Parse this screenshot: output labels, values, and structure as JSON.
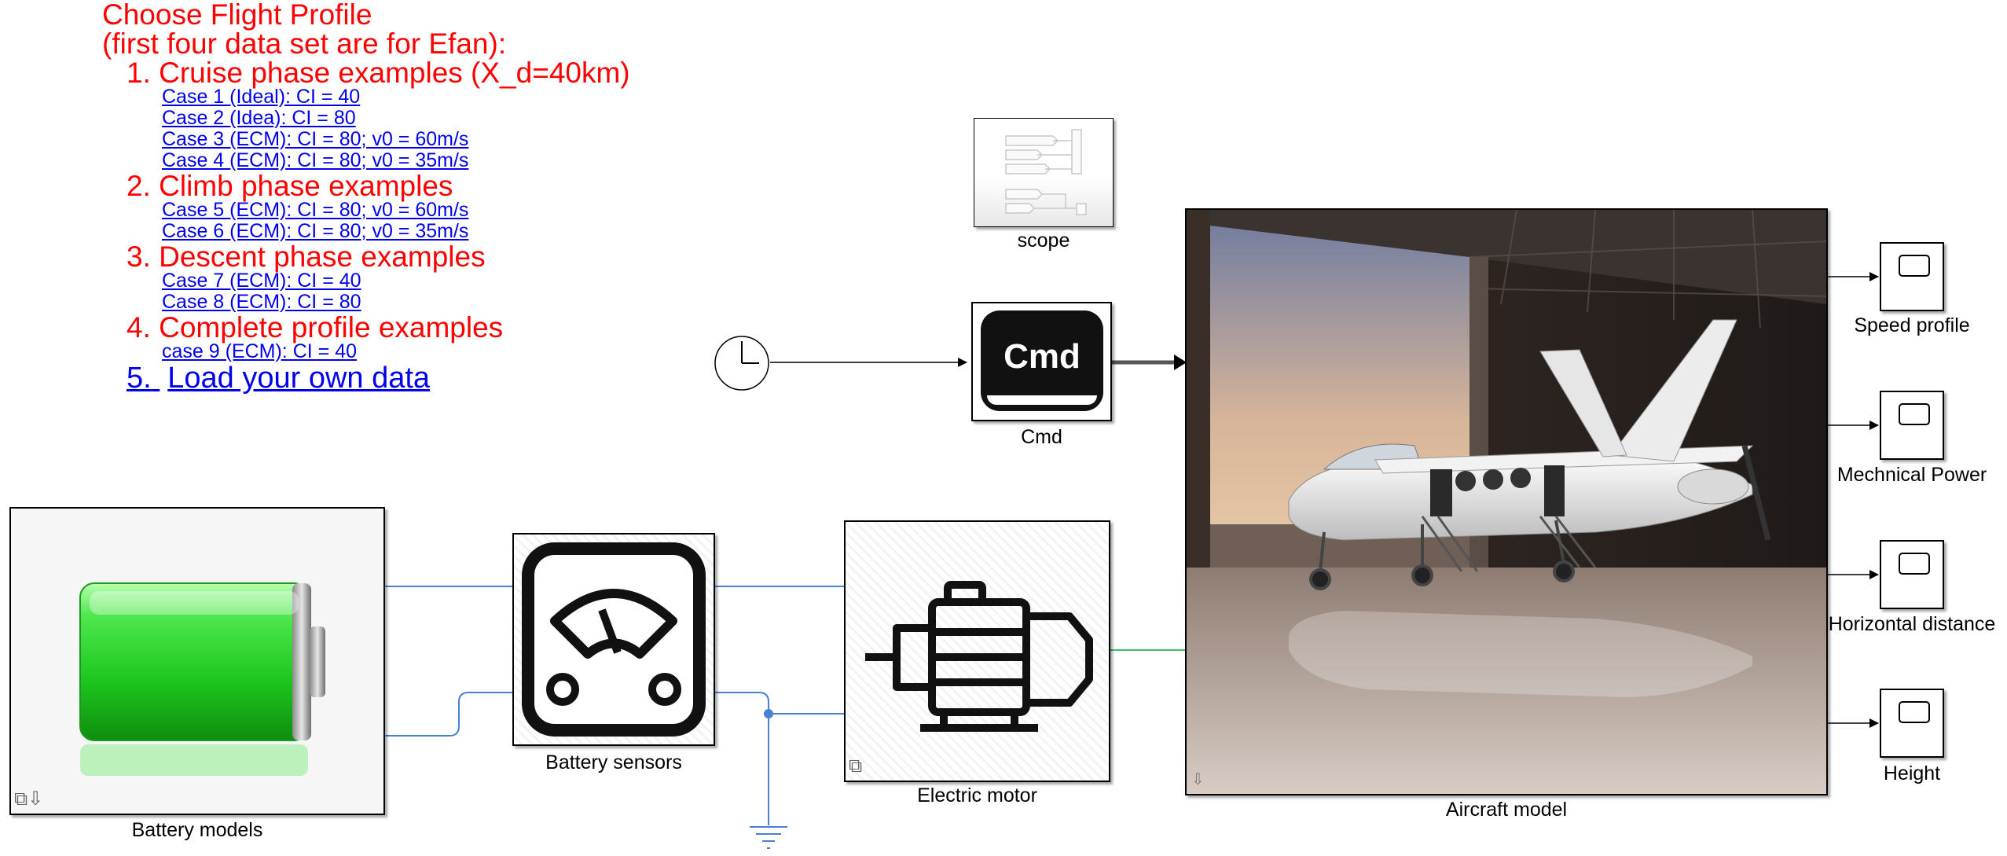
{
  "annotation": {
    "title": "Choose Flight Profile",
    "subtitle": "(first four data set are for Efan):",
    "sections": [
      {
        "heading": "1. Cruise phase examples (X_d=40km)",
        "links": [
          "Case 1 (Ideal): CI = 40",
          "Case 2 (Idea): CI = 80",
          "Case 3 (ECM): CI = 80; v0 = 60m/s",
          "Case 4 (ECM): CI = 80; v0 = 35m/s"
        ]
      },
      {
        "heading": "2. Climb phase examples",
        "links": [
          "Case 5 (ECM): CI = 80; v0 = 60m/s",
          "Case 6 (ECM): CI = 80; v0 = 35m/s"
        ]
      },
      {
        "heading": "3. Descent phase examples",
        "links": [
          "Case 7 (ECM): CI = 40",
          "Case 8 (ECM): CI = 80"
        ]
      },
      {
        "heading": "4. Complete profile examples",
        "links": [
          "case 9 (ECM): CI = 40"
        ]
      }
    ],
    "own_data_number": "5.",
    "own_data_link": "Load your own data"
  },
  "blocks": {
    "scope": {
      "label": "scope",
      "icon": "scope-layout-icon"
    },
    "cmd": {
      "label": "Cmd",
      "text": "Cmd",
      "icon": "clock-icon"
    },
    "aircraft": {
      "label": "Aircraft model",
      "icon": "airplane-image"
    },
    "battery": {
      "label": "Battery models",
      "icon": "battery-icon"
    },
    "sensors": {
      "label": "Battery sensors",
      "icon": "gauge-icon"
    },
    "motor": {
      "label": "Electric motor",
      "icon": "motor-icon"
    },
    "scopes": [
      {
        "label": "Speed profile"
      },
      {
        "label": "Mechnical Power"
      },
      {
        "label": "Horizontal distance"
      },
      {
        "label": "Height"
      }
    ]
  },
  "colors": {
    "annotation_red": "#ff0000",
    "link_blue": "#0000ee",
    "electrical_wire": "#4a7fd6",
    "mechanical_wire": "#3fbf6a",
    "battery_green": "#33dd33"
  }
}
